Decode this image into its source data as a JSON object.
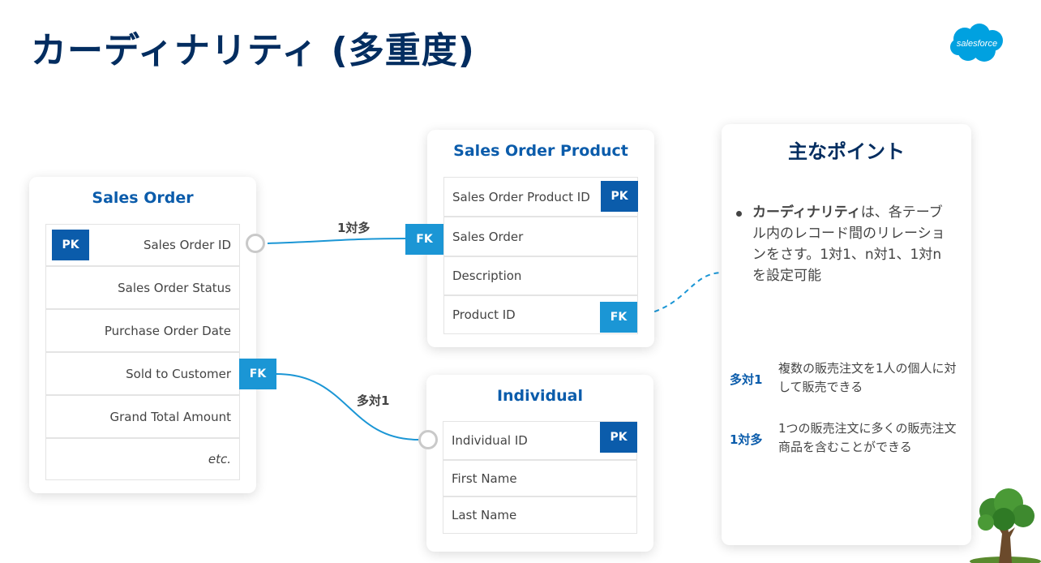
{
  "title": "カーディナリティ (多重度)",
  "logo_text": "salesforce",
  "sales_order": {
    "title": "Sales Order",
    "rows": [
      "Sales Order ID",
      "Sales Order Status",
      "Purchase Order Date",
      "Sold to Customer",
      "Grand Total Amount",
      "etc."
    ],
    "pk_label": "PK",
    "fk_label": "FK"
  },
  "sales_order_product": {
    "title": "Sales Order Product",
    "rows": [
      "Sales Order Product ID",
      "Sales Order",
      "Description",
      "Product ID"
    ],
    "pk_label": "PK",
    "fk_label_1": "FK",
    "fk_label_2": "FK"
  },
  "individual": {
    "title": "Individual",
    "rows": [
      "Individual ID",
      "First Name",
      "Last Name"
    ],
    "pk_label": "PK"
  },
  "relationships": {
    "one_to_many": "1対多",
    "many_to_one": "多対1"
  },
  "key_points": {
    "title": "主なポイント",
    "bullet_bold": "カーディナリティ",
    "bullet_text": "は、各テーブル内のレコード間のリレーションをさす。1対1、n対1、1対nを設定可能",
    "items": [
      {
        "label": "多対1",
        "desc": "複数の販売注文を1人の個人に対して販売できる"
      },
      {
        "label": "1対多",
        "desc": "1つの販売注文に多くの販売注文商品を含むことができる"
      }
    ]
  },
  "colors": {
    "title": "#032d60",
    "card_title": "#0b5cab",
    "pk": "#0b5cab",
    "fk": "#1b96d5",
    "connector": "#1b96d5"
  }
}
